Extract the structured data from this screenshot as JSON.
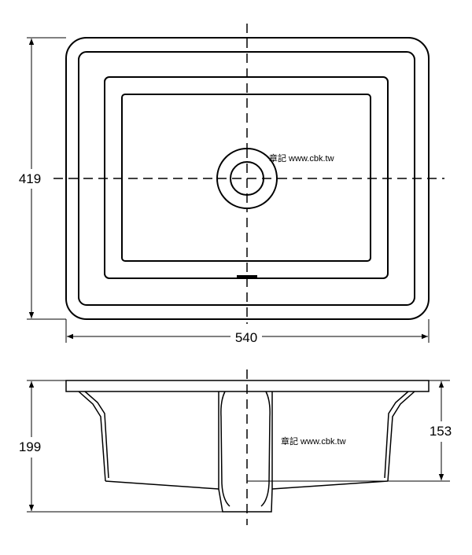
{
  "top_view": {
    "height_dimension": "419",
    "width_dimension": "540",
    "watermark": "章記 www.cbk.tw"
  },
  "side_view": {
    "overall_height_dimension": "199",
    "basin_depth_dimension": "153",
    "watermark": "章記 www.cbk.tw"
  }
}
